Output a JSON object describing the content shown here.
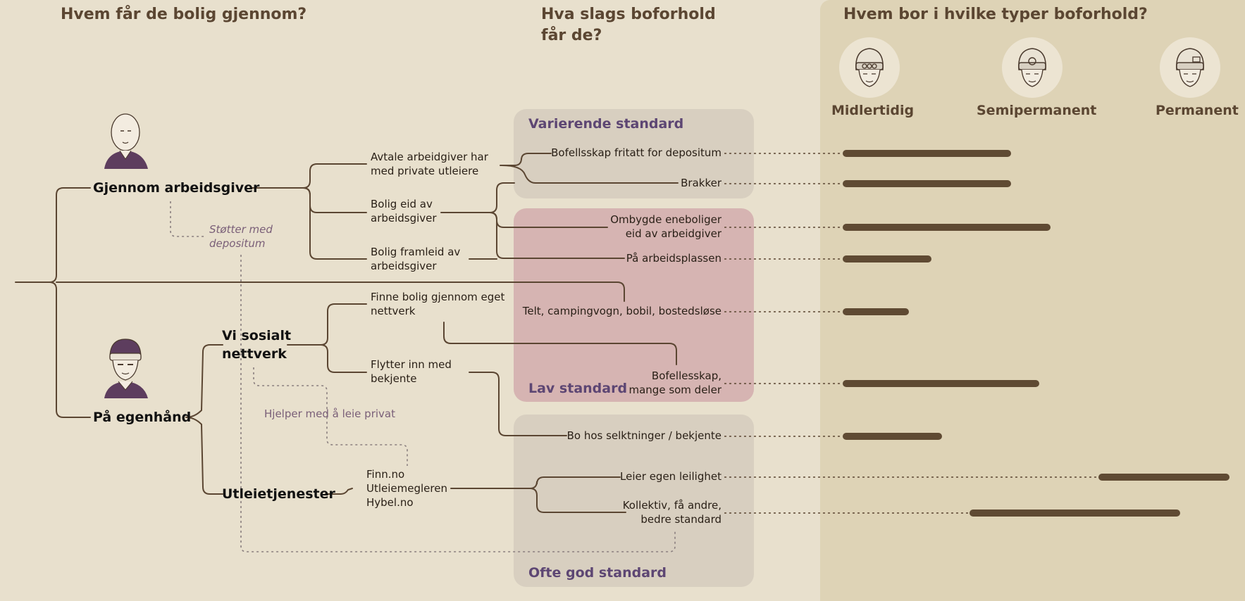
{
  "headings": {
    "who": "Hvem får de bolig gjennom?",
    "what_line1": "Hva slags boforhold",
    "what_line2": "får de?",
    "where": "Hvem bor i hvilke typer boforhold?"
  },
  "categories": {
    "temporary": "Midlertidig",
    "semi": "Semipermanent",
    "permanent": "Permanent"
  },
  "boxes": {
    "varying": "Varierende standard",
    "low": "Lav standard",
    "good": "Ofte god standard"
  },
  "channels": {
    "employer": "Gjennom arbeidsgiver",
    "own": "På egenhånd",
    "social_line1": "Vi sosialt",
    "social_line2": "nettverk",
    "rental": "Utleietjenester"
  },
  "routes": {
    "r1_line1": "Avtale arbeidgiver har",
    "r1_line2": "med private utleiere",
    "r2_line1": "Bolig eid av",
    "r2_line2": "arbeidsgiver",
    "r3_line1": "Bolig framleid av",
    "r3_line2": "arbeidsgiver",
    "r4_line1": "Finne bolig gjennom eget",
    "r4_line2": "nettverk",
    "r5_line1": "Flytter inn med",
    "r5_line2": "bekjente",
    "r6_line1": "Finn.no",
    "r6_line2": "Utleiemegleren",
    "r6_line3": "Hybel.no"
  },
  "notes": {
    "deposit_line1": "Støtter med",
    "deposit_line2": "depositum",
    "private": "Hjelper med å leie privat"
  },
  "housing": {
    "h1": "Bofellsskap fritatt for depositum",
    "h2": "Brakker",
    "h3_line1": "Ombygde eneboliger",
    "h3_line2": "eid av arbeidgiver",
    "h4": "På arbeidsplassen",
    "h5": "Telt, campingvogn, bobil, bostedsløse",
    "h6_line1": "Bofellesskap,",
    "h6_line2": "mange som deler",
    "h7": "Bo hos selktninger / bekjente",
    "h8": "Leier egen leilighet",
    "h9_line1": "Kollektiv, få andre,",
    "h9_line2": "bedre standard"
  },
  "colors": {
    "line": "#5b4632",
    "bar": "#5f4a33",
    "dotted": "#8a7f7f",
    "accent_purple": "#5d4673"
  },
  "icons": [
    "worker-avatar-plain",
    "worker-avatar-helmet",
    "helmet-temporary-icon",
    "helmet-semi-icon",
    "helmet-permanent-icon"
  ]
}
